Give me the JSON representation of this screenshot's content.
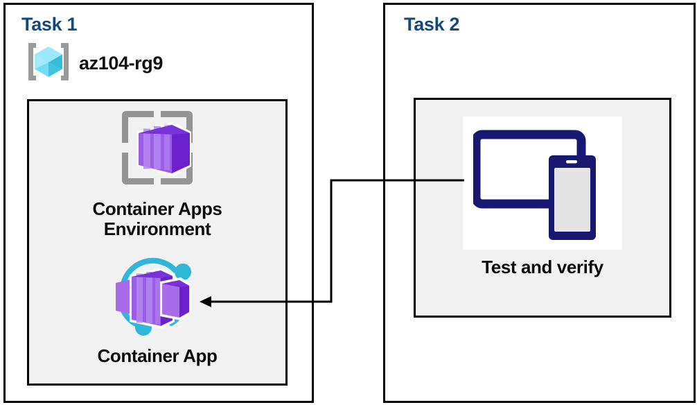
{
  "diagram": {
    "title_color": "#16497b",
    "panel_border_color": "#000000",
    "inner_box_fill": "#f1f1f1",
    "connector_color": "#000000"
  },
  "task1": {
    "title": "Task 1",
    "resource_group": {
      "label": "az104-rg9",
      "icon": "resource-group-icon"
    },
    "resources": [
      {
        "id": "container-apps-environment",
        "label_line1": "Container Apps",
        "label_line2": "Environment",
        "icon": "container-apps-environment-icon"
      },
      {
        "id": "container-app",
        "label_line1": "Container App",
        "label_line2": "",
        "icon": "container-app-icon"
      }
    ]
  },
  "task2": {
    "title": "Task 2",
    "resources": [
      {
        "id": "test-and-verify",
        "label": "Test and verify",
        "icon": "devices-tablet-phone-icon"
      }
    ]
  },
  "connector": {
    "from": "test-and-verify",
    "to": "container-app",
    "arrow_direction": "left"
  },
  "colors": {
    "cyan_light": "#9ee5f7",
    "cyan_mid": "#50d9f2",
    "cyan_dark": "#2bbcd9",
    "purple_light": "#a86ce8",
    "purple_mid": "#8a3fe0",
    "purple_dark": "#6a21bf",
    "gray_bracket": "#9a9a9a",
    "navy": "#1a1a6e"
  }
}
